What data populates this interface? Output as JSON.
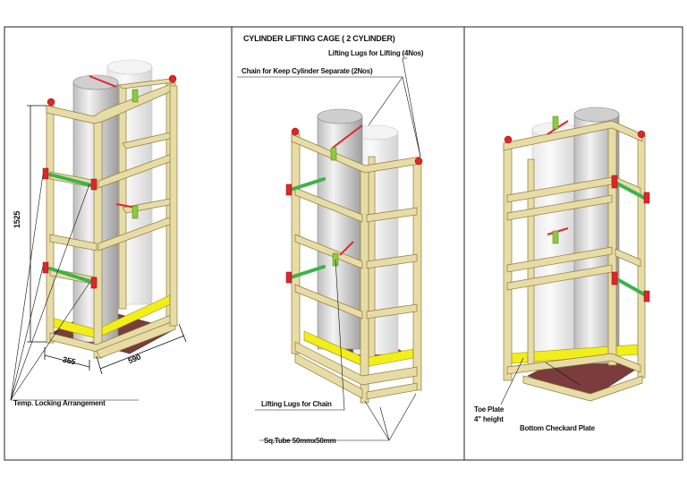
{
  "drawing": {
    "title": "CYLINDER LIFTING CAGE ( 2 CYLINDER)",
    "callouts": {
      "lifting_lugs_lifting": "Lifting Lugs for Lifting (4Nos)",
      "chain_separate": "Chain for Keep Cylinder Separate  (2Nos)",
      "temp_locking": "Temp. Locking Arrangement",
      "lifting_lugs_chain": "Lifting Lugs for Chain",
      "sq_tube": "Sq.Tube 50mmx50mm",
      "toe_plate_line1": "Toe Plate",
      "toe_plate_line2": "4\" height",
      "bottom_plate": "Bottom Checkard Plate"
    },
    "dimensions": {
      "height": "1525",
      "depth": "355",
      "width": "590"
    },
    "colors": {
      "frame": "#E8DCA6",
      "frame_edge": "#8A7A3A",
      "cylinder": "#D8D8D8",
      "toe_plate": "#F2EE1A",
      "floor": "#7A3C3C",
      "chain": "#3BB34A",
      "lug": "#E0262B"
    }
  }
}
